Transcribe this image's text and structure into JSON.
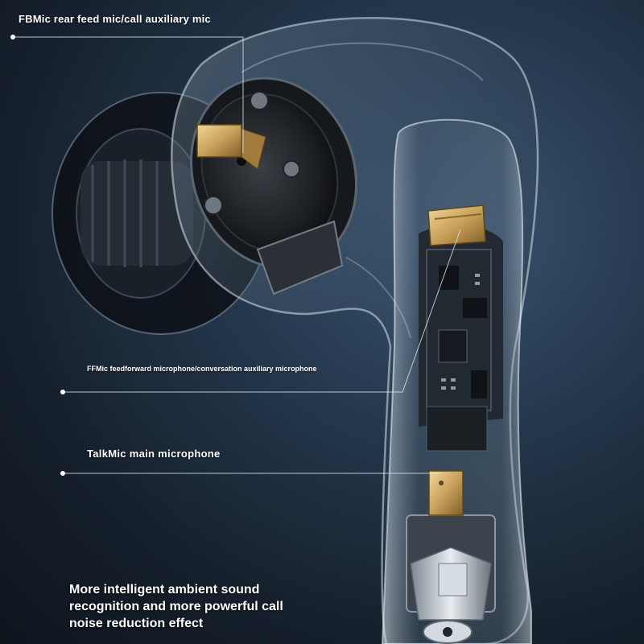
{
  "callouts": {
    "fb_mic": "FBMic rear feed mic/call auxiliary mic",
    "ff_mic": "FFMic feedforward microphone/conversation auxiliary microphone",
    "talk_mic": "TalkMic main microphone"
  },
  "tagline": "More intelligent ambient sound recognition and more powerful call noise reduction effect",
  "colors": {
    "background": "#1a2a3a",
    "callout_line": "#cfd8e0",
    "gold_contact": "#c9a15a",
    "text": "#ffffff"
  },
  "icons": [
    "earbud-image",
    "gold-mic-contact",
    "callout-dot"
  ]
}
